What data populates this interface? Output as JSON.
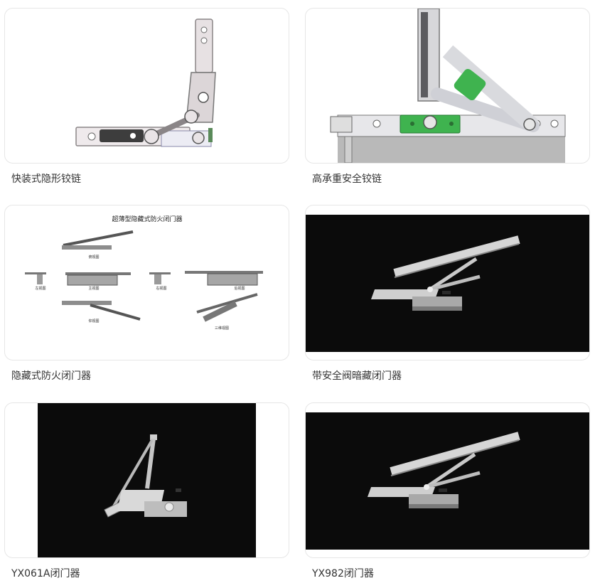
{
  "products": [
    {
      "name": "快装式隐形铰链",
      "image": "hinge-drawing-icon"
    },
    {
      "name": "高承重安全铰链",
      "image": "heavy-hinge-icon"
    },
    {
      "name": "隐藏式防火闭门器",
      "image": "fireproof-closer-diagram-icon"
    },
    {
      "name": "带安全阀暗藏闭门器",
      "image": "concealed-closer-icon"
    },
    {
      "name": "YX061A闭门器",
      "image": "door-closer-icon"
    },
    {
      "name": "YX982闭门器",
      "image": "concealed-closer-icon"
    }
  ],
  "diagram": {
    "title": "超薄型隐藏式防火闭门器",
    "views": [
      "俯视图",
      "左视图",
      "主视图",
      "右视图",
      "后视图",
      "仰视图",
      "三维视图"
    ]
  },
  "colors": {
    "accent_green": "#3fb34f",
    "dark_bg": "#0b0b0b",
    "frame_border": "#e6e6e6",
    "text": "#333333"
  }
}
